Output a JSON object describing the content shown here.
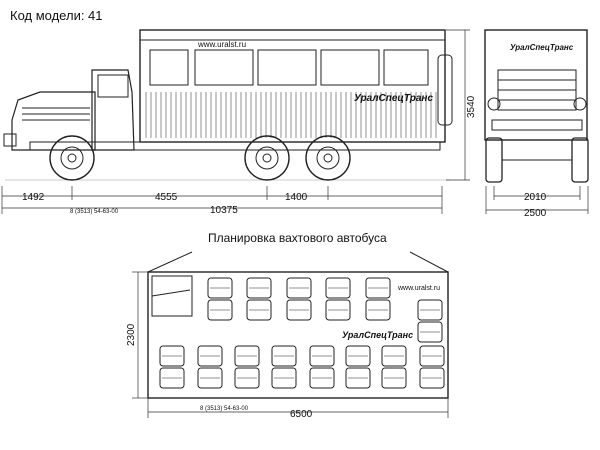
{
  "header": {
    "model_code": "Код модели: 41"
  },
  "truck": {
    "website": "www.uralst.ru",
    "brand": "УралСпецТранс",
    "phone": "8 (3513) 54-63-00"
  },
  "dimensions": {
    "front_overhang": "1492",
    "wheelbase": "4555",
    "bogie": "1400",
    "overall_length": "10375",
    "height": "3540",
    "track": "2010",
    "overall_width": "2500"
  },
  "plan": {
    "title": "Планировка вахтового автобуса",
    "website": "www.uralst.ru",
    "brand": "УралСпецТранс",
    "phone": "8 (3513) 54-63-00",
    "width_dim": "2300",
    "length_dim": "6500"
  },
  "colors": {
    "line": "#222222",
    "dim": "#333333",
    "paper": "#ffffff"
  }
}
